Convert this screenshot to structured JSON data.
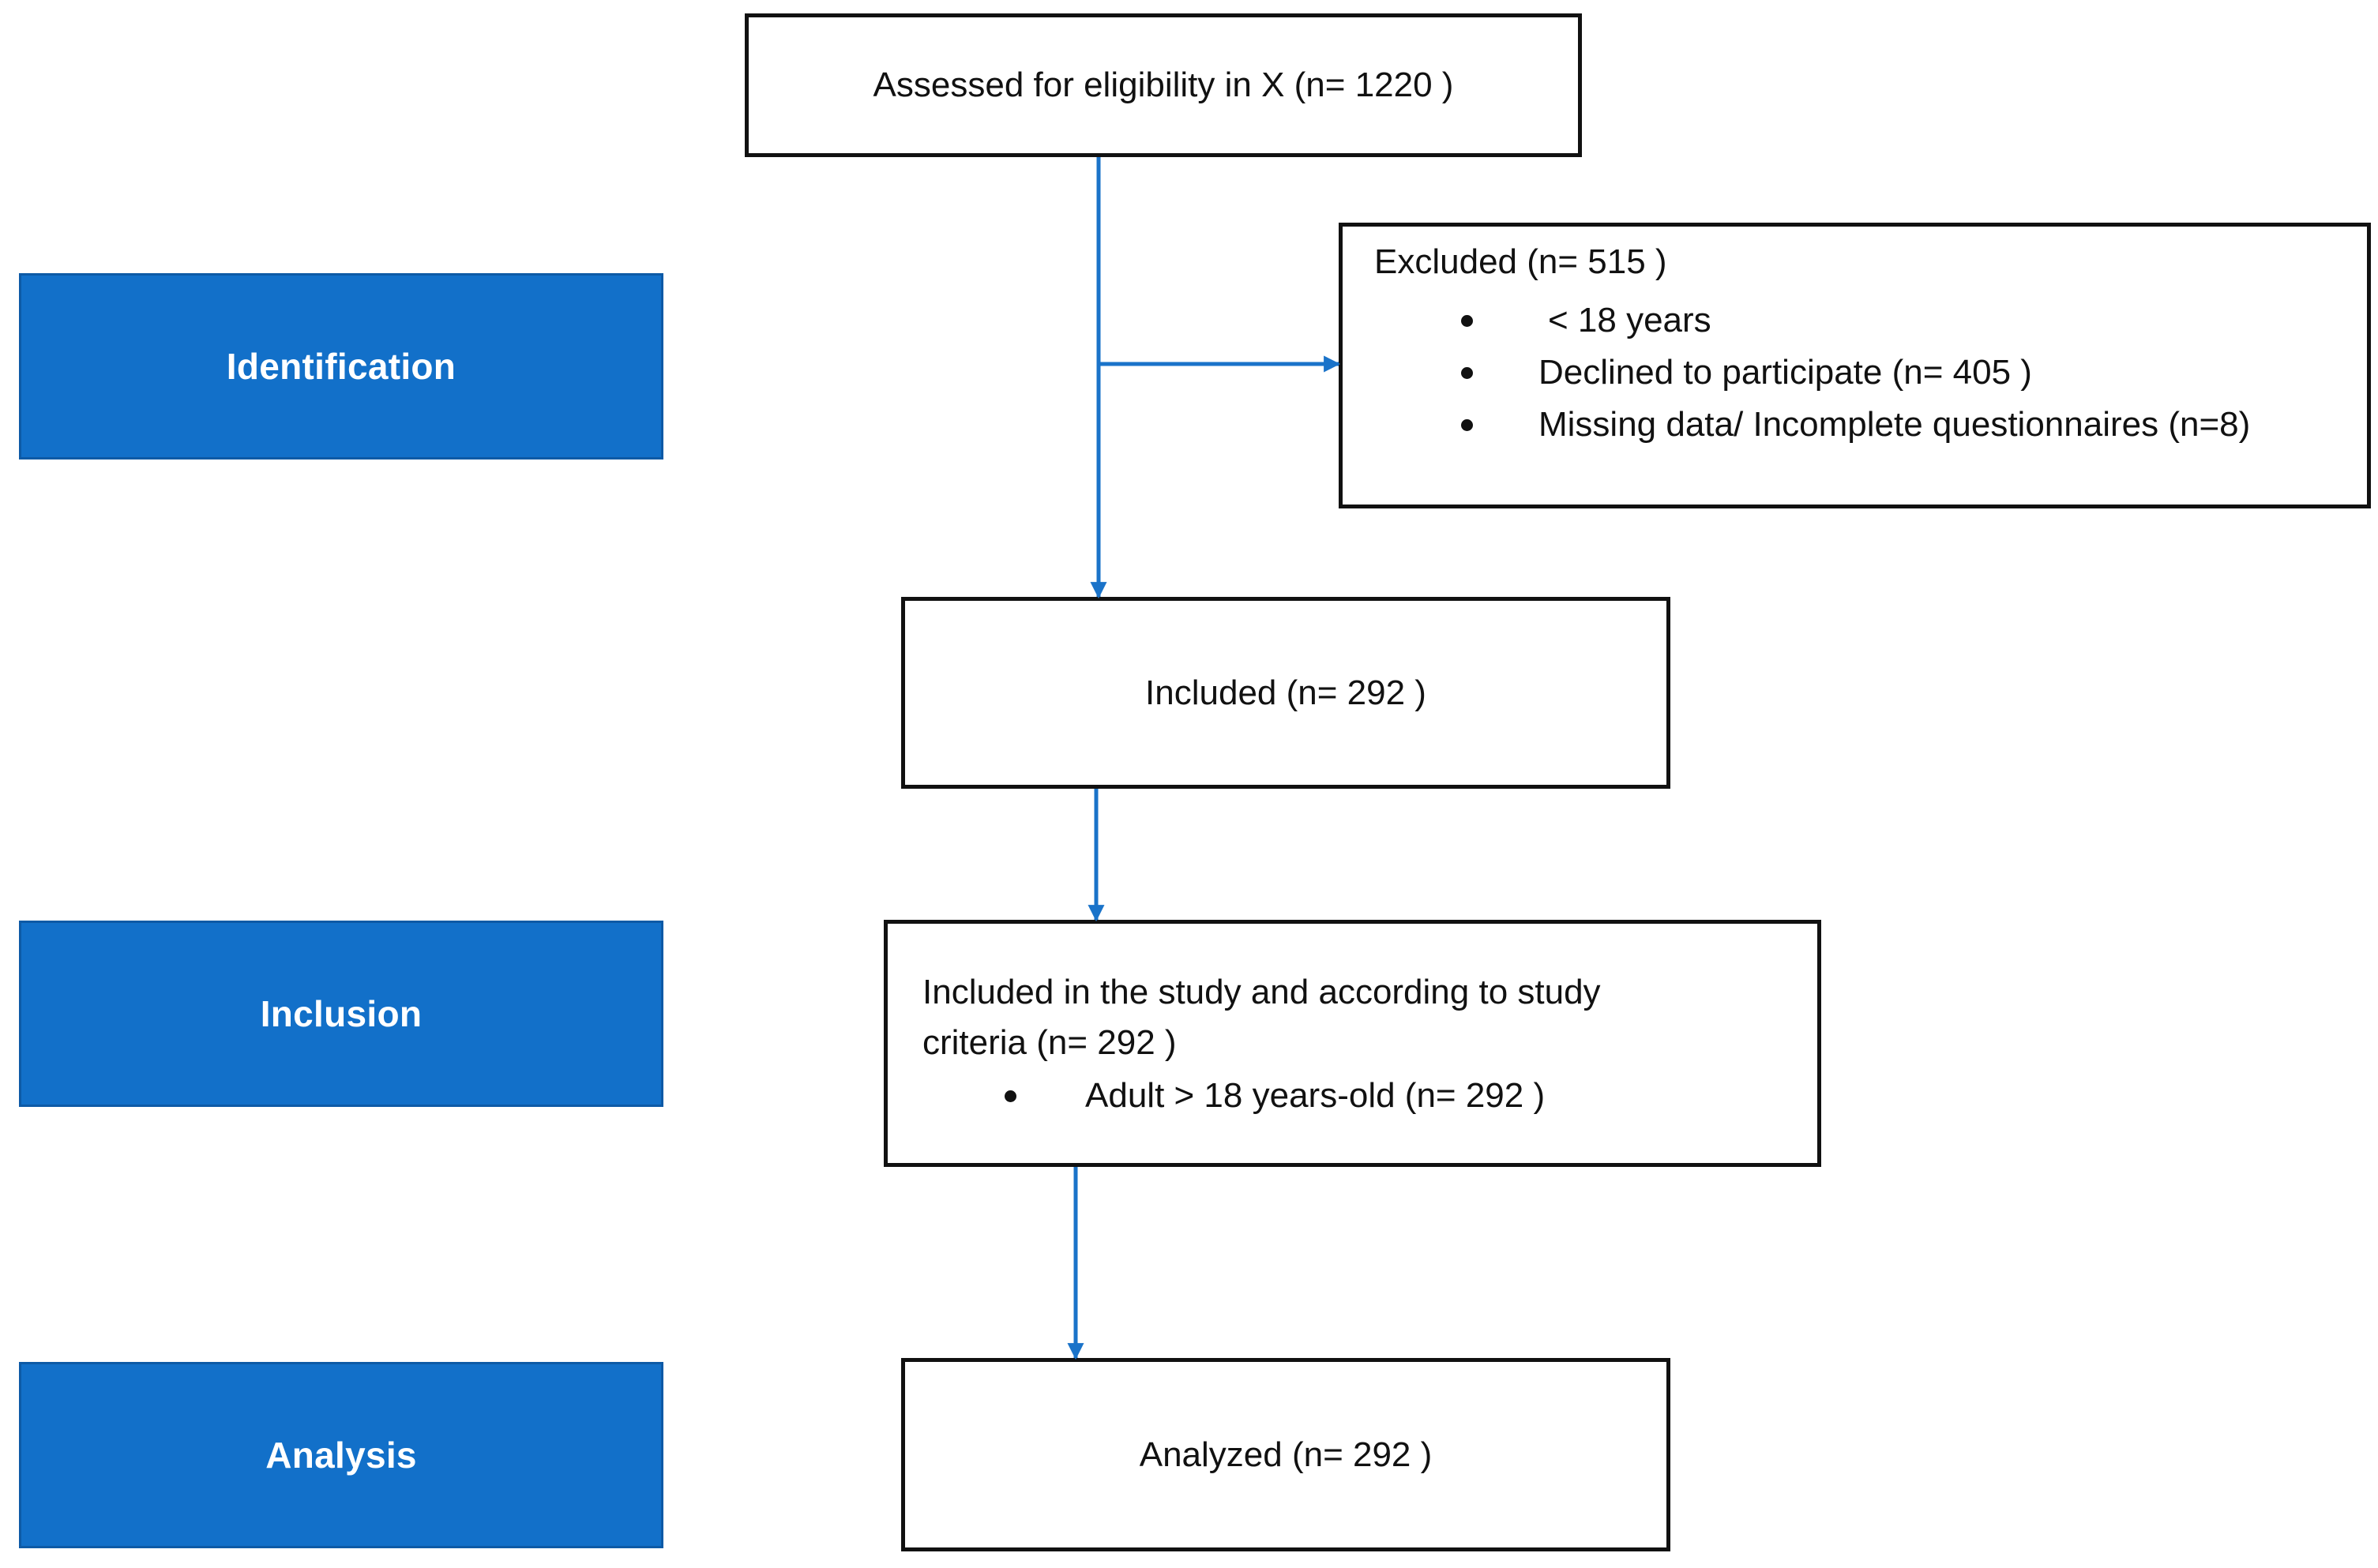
{
  "colors": {
    "stage_fill": "#1270c9",
    "stage_text": "#ffffff",
    "arrow": "#1a73c9",
    "box_border": "#111111"
  },
  "stages": [
    {
      "label": "Identification"
    },
    {
      "label": "Inclusion"
    },
    {
      "label": "Analysis"
    }
  ],
  "boxes": {
    "assessed": {
      "text": "Assessed for eligibility in X (n= 1220 )"
    },
    "excluded": {
      "title": "Excluded (n= 515  )",
      "items": [
        "< 18 years",
        "Declined to participate (n= 405 )",
        "Missing data/ Incomplete questionnaires (n=8)"
      ]
    },
    "included": {
      "text": "Included (n= 292 )"
    },
    "study": {
      "line1": "Included in the study and according to study",
      "line2": "criteria (n=  292 )",
      "items": [
        "Adult > 18 years-old (n= 292 )"
      ]
    },
    "analyzed": {
      "text": "Analyzed (n=  292 )"
    }
  }
}
